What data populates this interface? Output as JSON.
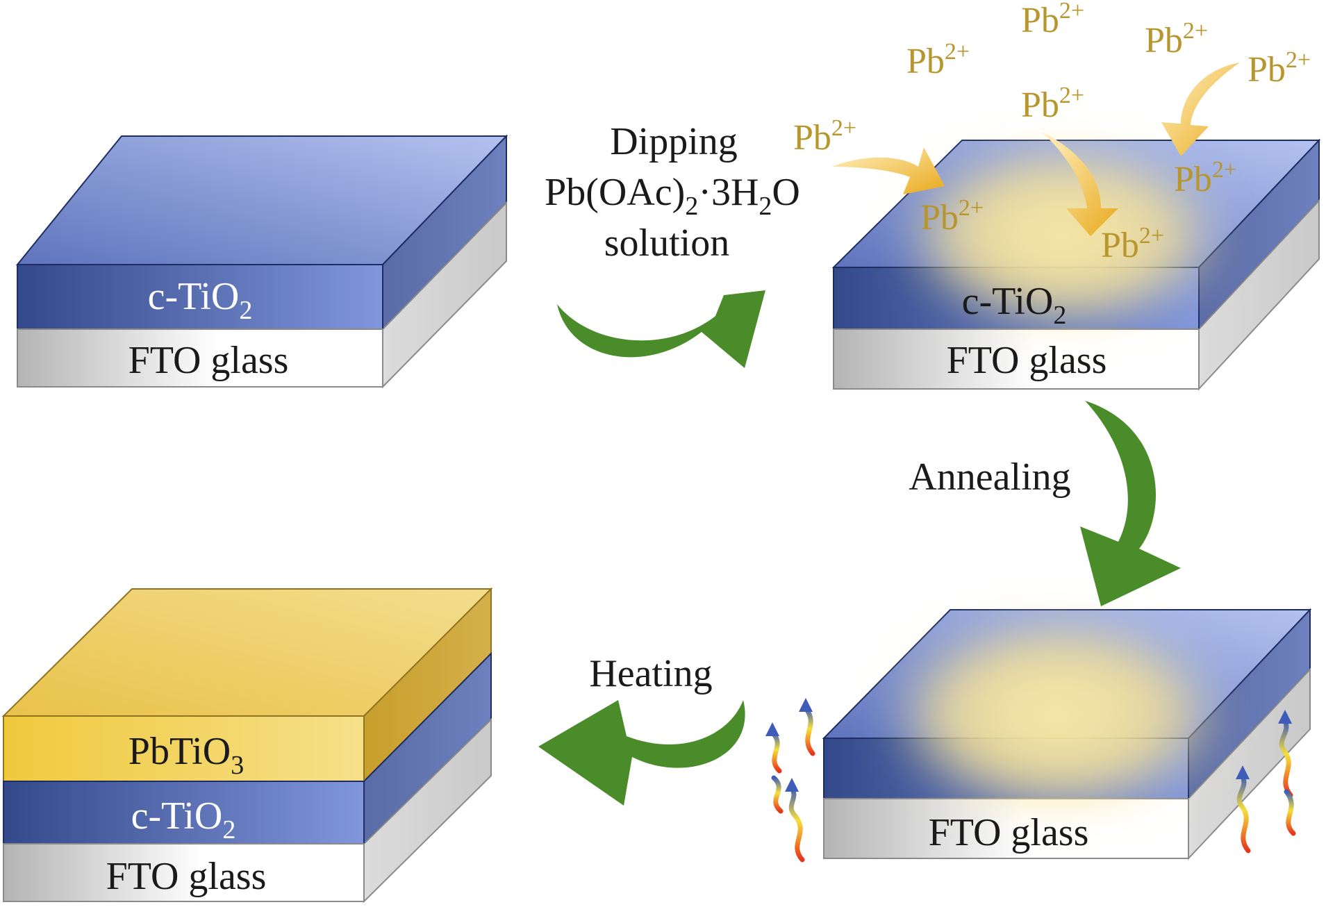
{
  "colors": {
    "tio2_top_light": "#a7b7e8",
    "tio2_top_dark": "#6a7fc2",
    "tio2_front_dark": "#36508f",
    "tio2_front_light": "#7c90d6",
    "tio2_side": "#5a6ea6",
    "glass_front_dark": "#b9b9b9",
    "glass_front_light": "#ffffff",
    "glass_side": "#d6d6d6",
    "pbtio3_top": "#eccc5e",
    "pbtio3_front": "#f2d35a",
    "pbtio3_side": "#c9a534",
    "glow": "#f8e7a0",
    "green_arrow": "#4a8c2a",
    "ion_text": "#b8962e",
    "ion_arrow": "#f0b632",
    "outline": "#1d2d63"
  },
  "layers": {
    "tio2": {
      "base": "c-TiO",
      "sub": "2"
    },
    "fto": "FTO glass",
    "pbtio3": {
      "base": "PbTiO",
      "sub": "3"
    }
  },
  "steps": {
    "dipping": {
      "line1": "Dipping",
      "line2": {
        "a": "Pb(OAc)",
        "sub": "2",
        "b": "·3H",
        "sub2": "2",
        "c": "O"
      },
      "line3": "solution"
    },
    "annealing": "Annealing",
    "heating": "Heating"
  },
  "ion": {
    "base": "Pb",
    "sup": "2+"
  },
  "icons": [
    "curved-arrow-icon",
    "heat-wave-icon"
  ]
}
